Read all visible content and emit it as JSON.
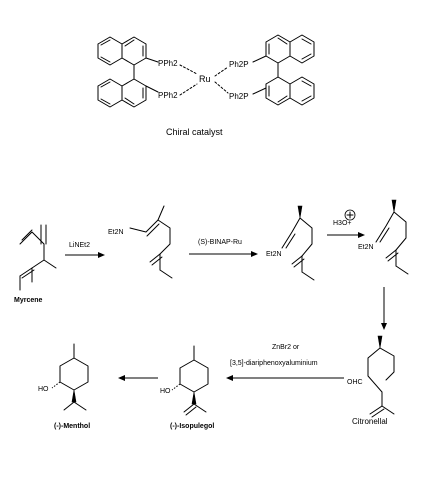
{
  "catalyst": {
    "ligand_left_top": "PPh2",
    "ligand_left_bottom": "PPh2",
    "ligand_right_top": "Ph2P",
    "ligand_right_bottom": "Ph2P",
    "metal": "Ru",
    "caption": "Chiral catalyst"
  },
  "steps": {
    "step1_reagent": "LiNEt2",
    "step2_reagent": "(S)-BINAP-Ru",
    "step3_reagent": "H3O+",
    "step4_reagent_line1": "ZnBr2  or",
    "step4_reagent_line2": "[3,5]-diariphenoxyaluminium"
  },
  "compounds": {
    "myrcene": "Myrcene",
    "enamine_label": "Et2N",
    "enamine_chiral_label": "Et2N",
    "enamine_hydrolysis_label": "Et2N",
    "citronellal_group": "OHC",
    "citronellal": "Citronellal",
    "isopulegol_oh": "HO",
    "isopulegol": "(-)-Isopulegol",
    "menthol_oh": "HO",
    "menthol": "(-)-Menthol"
  }
}
